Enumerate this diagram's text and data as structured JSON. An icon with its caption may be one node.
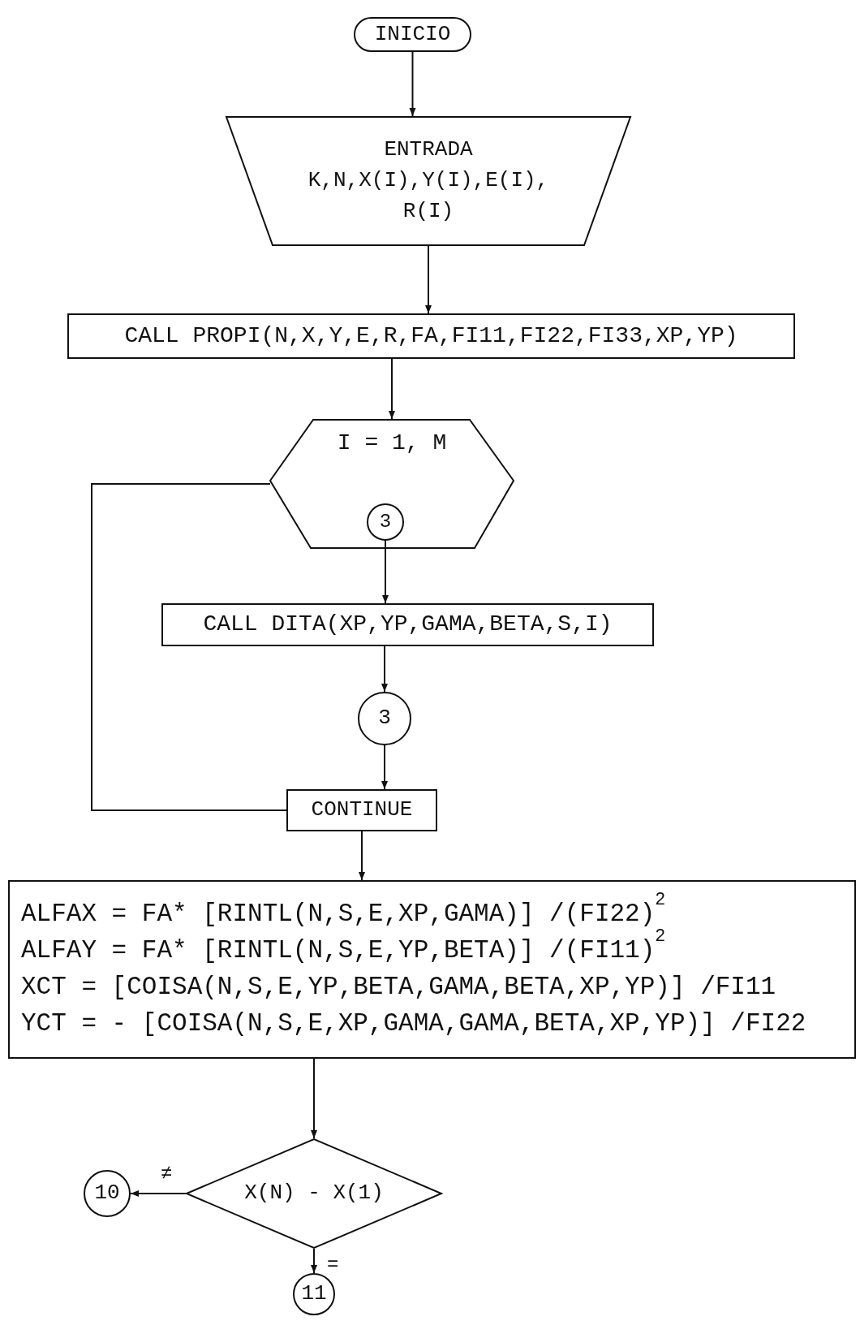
{
  "diagram": {
    "nodes": [
      {
        "text": [
          "INICIO"
        ]
      },
      {
        "text": [
          "ENTRADA",
          "K,N,X(I),Y(I),E(I), R(I)"
        ]
      },
      {
        "text": [
          "CALL PROPI(N,X,Y,E,R,FA,FI11,FI22,FI33,XP,YP)"
        ]
      },
      {
        "text": [
          "I = 1, M"
        ]
      },
      {
        "text": [
          "3"
        ],
        "in": 3
      },
      {
        "text": [
          "CALL DITA(XP,YP,GAMA,BETA,S,I)"
        ]
      },
      {
        "text": [
          "3"
        ]
      },
      {
        "text": [
          "CONTINUE"
        ]
      },
      {
        "text": [
          "ALFAX = FA* [RINTL(N,S,E,XP,GAMA)] /(FI22)$^{2}$",
          "ALFAY = FA* [RINTL(N,S,E,YP,BETA)] /(FI11)$^{2}$",
          "XCT = [COISA(N,S,E,YP,BETA,GAMA,BETA,XP,YP)] /FI11",
          "YCT = - [COISA(N,S,E,XP,GAMA,GAMA,BETA,XP,YP)] /FI22"
        ]
      },
      {
        "text": [
          "X(N) - X(1)"
        ]
      },
      {
        "text": [
          "10"
        ]
      },
      {
        "text": [
          "11"
        ]
      }
    ],
    "edges": [
      {
        "from": 0,
        "to": 1,
        "arrow": "to"
      },
      {
        "from": 1,
        "to": 2,
        "arrow": "to"
      },
      {
        "from": 2,
        "to": 3,
        "arrow": "to"
      },
      {
        "from": 4,
        "to": 5,
        "arrow": "to"
      },
      {
        "from": 5,
        "to": 6,
        "arrow": "to"
      },
      {
        "from": 6,
        "to": 7,
        "arrow": "to"
      },
      {
        "from": 3,
        "to": 7,
        "arrow": "none"
      },
      {
        "from": 7,
        "to": 8,
        "arrow": "to"
      },
      {
        "from": 8,
        "to": 9,
        "arrow": "to"
      },
      {
        "from": 9,
        "to": 10,
        "label": "≠",
        "arrow": "to"
      },
      {
        "from": 9,
        "to": 11,
        "label": "=",
        "arrow": "to"
      }
    ]
  }
}
